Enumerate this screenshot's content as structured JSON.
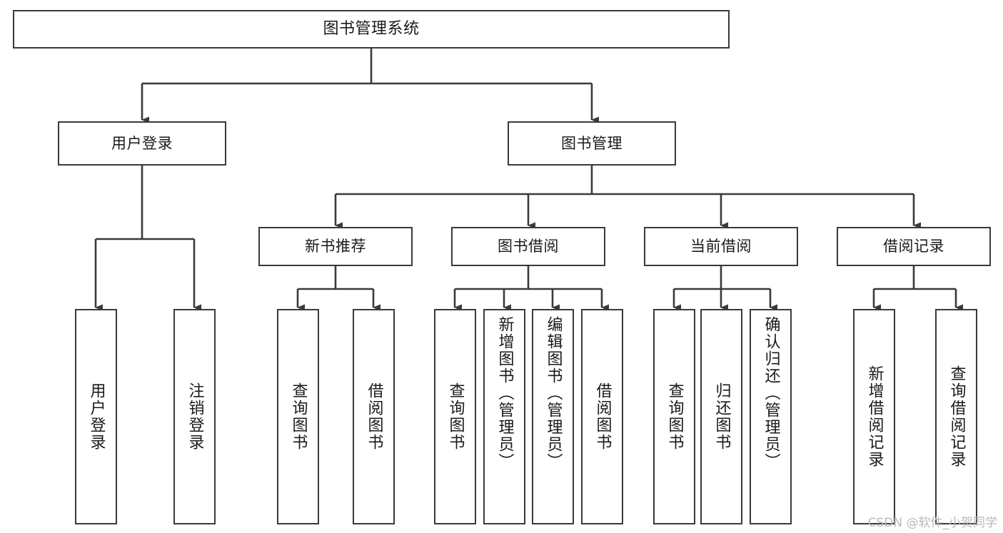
{
  "diagram": {
    "type": "tree-hierarchy",
    "title": "图书管理系统",
    "watermark": "CSDN @软件_小贺同学",
    "colors": {
      "stroke": "#3a3a3a",
      "fill": "#ffffff",
      "text": "#1a1a1a",
      "watermark": "#b9b9b9"
    },
    "nodes": {
      "root": {
        "label": "图书管理系统",
        "level": 0,
        "orientation": "horizontal"
      },
      "l1": [
        {
          "id": "user-login",
          "label": "用户登录",
          "level": 1,
          "orientation": "horizontal"
        },
        {
          "id": "book-manage",
          "label": "图书管理",
          "level": 1,
          "orientation": "horizontal"
        }
      ],
      "l2": [
        {
          "id": "new-book-rec",
          "label": "新书推荐",
          "level": 2,
          "orientation": "horizontal",
          "parent": "book-manage"
        },
        {
          "id": "book-borrow",
          "label": "图书借阅",
          "level": 2,
          "orientation": "horizontal",
          "parent": "book-manage"
        },
        {
          "id": "current-borrow",
          "label": "当前借阅",
          "level": 2,
          "orientation": "horizontal",
          "parent": "book-manage"
        },
        {
          "id": "borrow-record",
          "label": "借阅记录",
          "level": 2,
          "orientation": "horizontal",
          "parent": "book-manage"
        }
      ],
      "leaves": [
        {
          "id": "leaf-user-login",
          "label": "用户登录",
          "parent": "user-login",
          "orientation": "vertical",
          "align": "centered"
        },
        {
          "id": "leaf-user-logout",
          "label": "注销登录",
          "parent": "user-login",
          "orientation": "vertical",
          "align": "centered"
        },
        {
          "id": "leaf-query-book-1",
          "label": "查询图书",
          "parent": "new-book-rec",
          "orientation": "vertical",
          "align": "centered"
        },
        {
          "id": "leaf-borrow-book-1",
          "label": "借阅图书",
          "parent": "new-book-rec",
          "orientation": "vertical",
          "align": "centered"
        },
        {
          "id": "leaf-query-book-2",
          "label": "查询图书",
          "parent": "book-borrow",
          "orientation": "vertical",
          "align": "centered"
        },
        {
          "id": "leaf-add-book",
          "label": "新增图书（管理员）",
          "parent": "book-borrow",
          "orientation": "vertical",
          "align": "top"
        },
        {
          "id": "leaf-edit-book",
          "label": "编辑图书（管理员）",
          "parent": "book-borrow",
          "orientation": "vertical",
          "align": "top"
        },
        {
          "id": "leaf-borrow-book-2",
          "label": "借阅图书",
          "parent": "book-borrow",
          "orientation": "vertical",
          "align": "centered"
        },
        {
          "id": "leaf-query-book-3",
          "label": "查询图书",
          "parent": "current-borrow",
          "orientation": "vertical",
          "align": "centered"
        },
        {
          "id": "leaf-return-book",
          "label": "归还图书",
          "parent": "current-borrow",
          "orientation": "vertical",
          "align": "centered"
        },
        {
          "id": "leaf-confirm-return",
          "label": "确认归还（管理员）",
          "parent": "current-borrow",
          "orientation": "vertical",
          "align": "top"
        },
        {
          "id": "leaf-add-record",
          "label": "新增借阅记录",
          "parent": "borrow-record",
          "orientation": "vertical",
          "align": "centered"
        },
        {
          "id": "leaf-query-record",
          "label": "查询借阅记录",
          "parent": "borrow-record",
          "orientation": "vertical",
          "align": "centered"
        }
      ]
    }
  }
}
